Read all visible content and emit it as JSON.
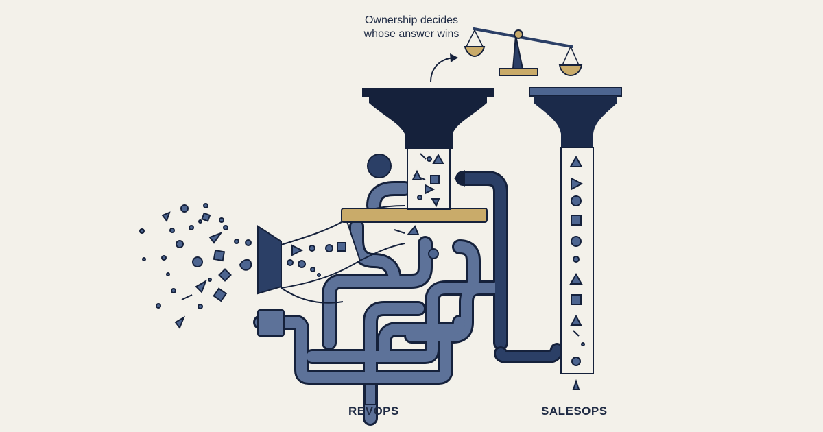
{
  "annotation": {
    "line1": "Ownership decides",
    "line2": "whose answer wins"
  },
  "labels": {
    "revops": "REVOPS",
    "salesops": "SALESOPS"
  },
  "colors": {
    "background": "#f3f1ea",
    "navy": "#1b2a4a",
    "slate": "#4d6590",
    "light_slate": "#5d7299",
    "gold": "#c9ab6a",
    "outline": "#15213b"
  },
  "icons": [
    "balance-scale-icon",
    "curved-arrow-icon",
    "funnel-icon",
    "pipe-icon"
  ]
}
